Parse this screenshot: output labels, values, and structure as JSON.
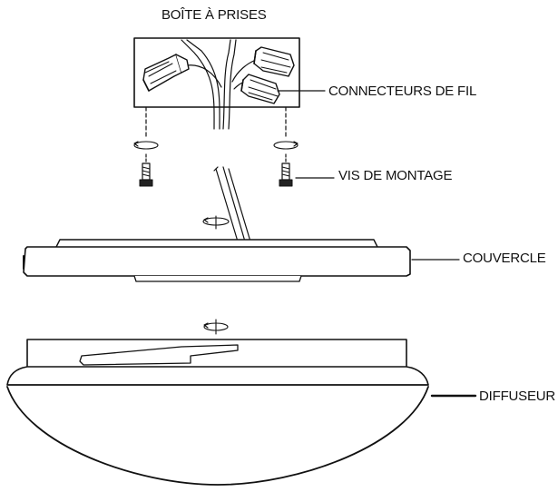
{
  "labels": {
    "junction_box": "BOÎTE À PRISES",
    "wire_connectors": "CONNECTEURS DE FIL",
    "mounting_screws": "VIS DE MONTAGE",
    "cover": "COUVERCLE",
    "diffuser": "DIFFUSEUR"
  },
  "colors": {
    "line": "#111111",
    "fill": "#ffffff"
  },
  "icons": [
    "rotation-arrow-icon",
    "screw-icon",
    "wire-connector-icon"
  ]
}
